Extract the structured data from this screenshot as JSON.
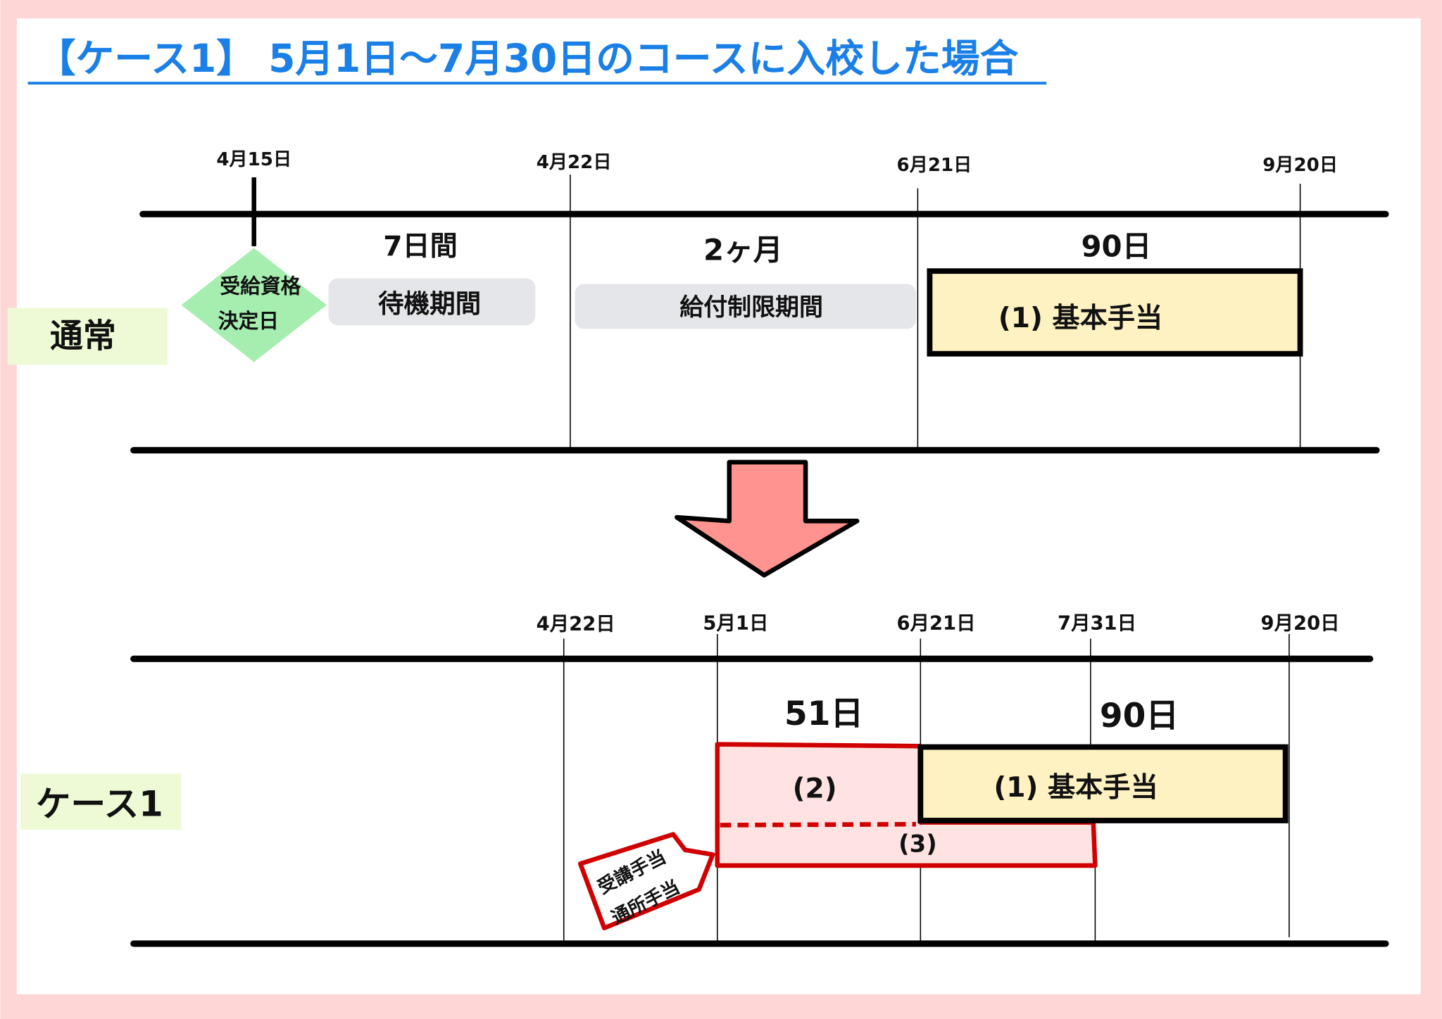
{
  "title": "【ケース1】 5月1日〜7月30日のコースに入校した場合",
  "colors": {
    "title": "#1a7fe6",
    "frame": "#ffd6d6",
    "diamond": "#a6eeb0",
    "gray_box": "#e4e6e9",
    "yellow_box": "#fff2c2",
    "label_bg": "#eefad6",
    "arrow": "#fe9390",
    "red": "#d00000",
    "pink_fill": "#ffe2e2"
  },
  "normal": {
    "row_label": "通常",
    "dates": [
      "4月15日",
      "4月22日",
      "6月21日",
      "9月20日"
    ],
    "decision": [
      "受給資格",
      "決定日"
    ],
    "periods": [
      {
        "duration": "7日間",
        "label": "待機期間"
      },
      {
        "duration": "2ヶ月",
        "label": "給付制限期間"
      },
      {
        "duration": "90日",
        "label": "(1) 基本手当"
      }
    ]
  },
  "case1": {
    "row_label": "ケース1",
    "dates": [
      "4月22日",
      "5月1日",
      "6月21日",
      "7月31日",
      "9月20日"
    ],
    "durations": [
      "51日",
      "90日"
    ],
    "label_2": "(2)",
    "label_3": "(3)",
    "basic": "(1) 基本手当",
    "tag": [
      "受講手当",
      "通所手当"
    ]
  }
}
